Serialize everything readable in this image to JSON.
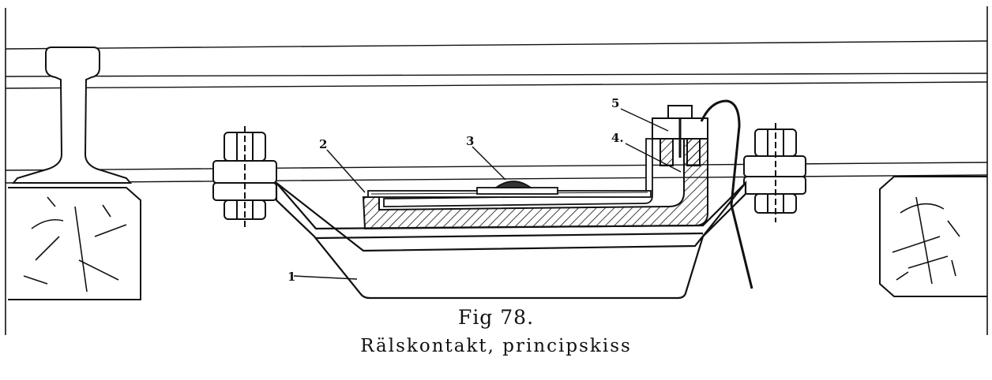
{
  "caption": {
    "number": "Fig 78.",
    "title": "Rälskontakt, principskiss"
  },
  "callouts": [
    {
      "id": "1",
      "text": "1"
    },
    {
      "id": "2",
      "text": "2"
    },
    {
      "id": "3",
      "text": "3"
    },
    {
      "id": "4",
      "text": "4."
    },
    {
      "id": "5",
      "text": "5"
    }
  ],
  "colors": {
    "ink": "#111111",
    "paper": "#ffffff"
  }
}
